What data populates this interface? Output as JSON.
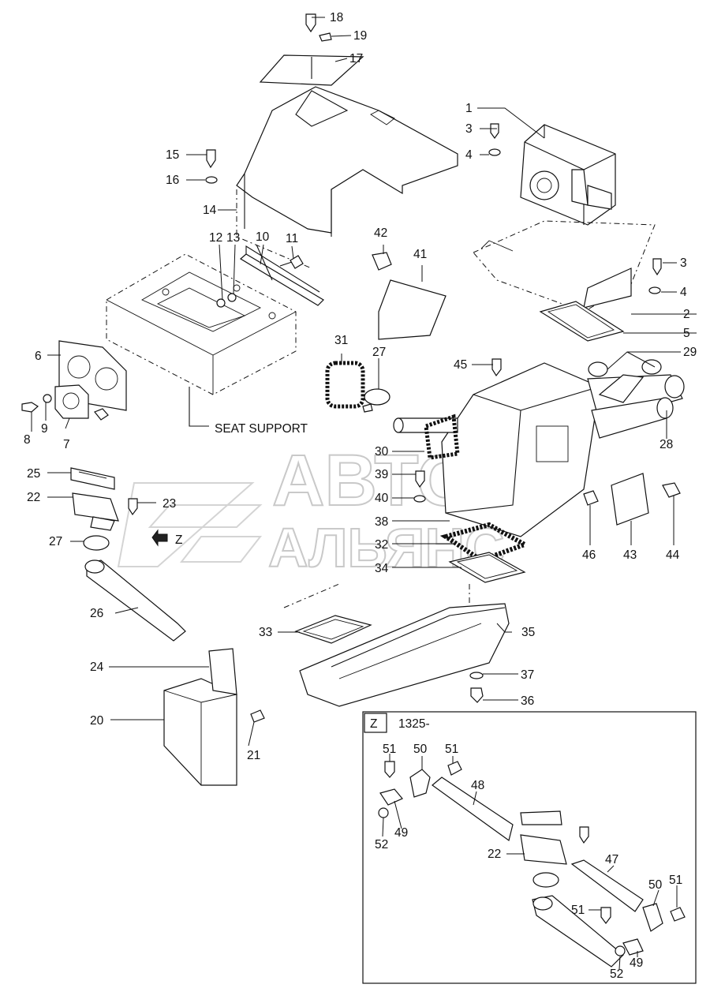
{
  "watermark": {
    "line1": "АВТО",
    "line2": "АЛЬЯНС"
  },
  "annotations": {
    "seat_support": "SEAT SUPPORT",
    "view_marker": "Z",
    "detail_view_letter": "Z",
    "detail_serial": "1325-"
  },
  "labels": {
    "p1": "1",
    "p2": "2",
    "p3a": "3",
    "p3b": "3",
    "p4a": "4",
    "p4b": "4",
    "p5": "5",
    "p6": "6",
    "p7": "7",
    "p8": "8",
    "p9": "9",
    "p10": "10",
    "p11": "11",
    "p12": "12",
    "p13": "13",
    "p14": "14",
    "p15": "15",
    "p16": "16",
    "p17": "17",
    "p18": "18",
    "p19": "19",
    "p20": "20",
    "p21": "21",
    "p22a": "22",
    "p22b": "22",
    "p23": "23",
    "p24": "24",
    "p25": "25",
    "p26": "26",
    "p27a": "27",
    "p27b": "27",
    "p28": "28",
    "p29": "29",
    "p30": "30",
    "p31": "31",
    "p32": "32",
    "p33": "33",
    "p34": "34",
    "p35": "35",
    "p36": "36",
    "p37": "37",
    "p38": "38",
    "p39": "39",
    "p40": "40",
    "p41": "41",
    "p42": "42",
    "p43": "43",
    "p44": "44",
    "p45": "45",
    "p46": "46",
    "p47": "47",
    "p48": "48",
    "p49a": "49",
    "p49b": "49",
    "p50a": "50",
    "p50b": "50",
    "p51a": "51",
    "p51b": "51",
    "p51c": "51",
    "p51d": "51",
    "p52a": "52",
    "p52b": "52"
  }
}
